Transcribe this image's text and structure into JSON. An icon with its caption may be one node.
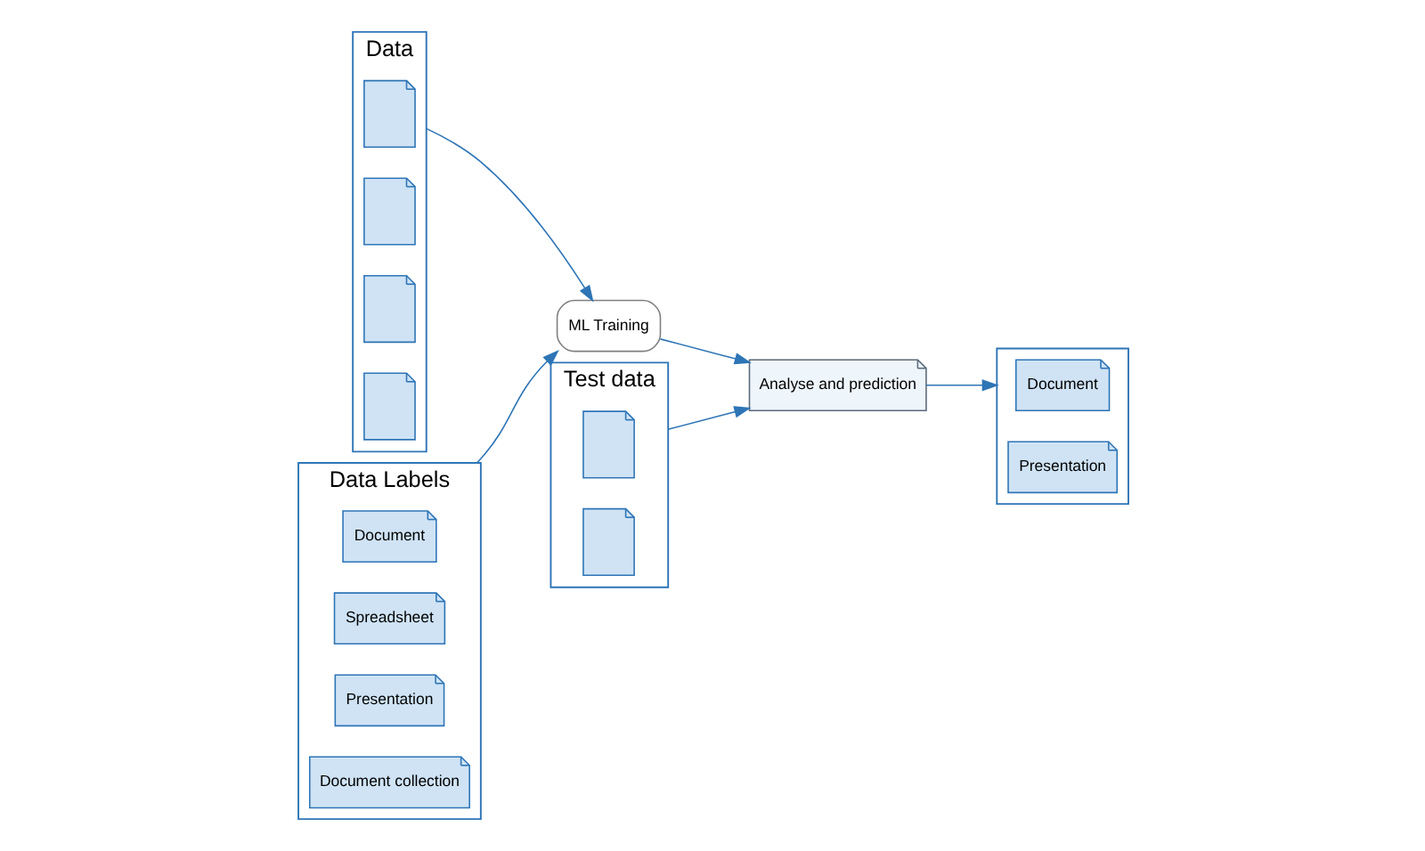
{
  "diagram": {
    "nodes": [
      {
        "text": [
          "Data"
        ]
      },
      {
        "text": [],
        "shape": "picture",
        "in": 0
      },
      {
        "text": [],
        "shape": "picture",
        "in": 0
      },
      {
        "text": [],
        "shape": "picture",
        "in": 0
      },
      {
        "text": [],
        "shape": "picture",
        "in": 0
      },
      {
        "text": [
          "Data Labels"
        ]
      },
      {
        "text": [
          "Document"
        ],
        "in": 5
      },
      {
        "text": [
          "Spreadsheet"
        ],
        "in": 5
      },
      {
        "text": [
          "Presentation"
        ],
        "in": 5
      },
      {
        "text": [
          "Document collection"
        ],
        "in": 5
      },
      {
        "text": [
          "ML Training"
        ]
      },
      {
        "text": [
          "Analyse and prediction"
        ]
      },
      {
        "text": [
          "Test data"
        ]
      },
      {
        "text": [],
        "shape": "picture",
        "in": 12
      },
      {
        "text": [],
        "shape": "picture",
        "in": 12
      },
      {
        "text": [],
        "shape": "box"
      },
      {
        "text": [
          "Document"
        ],
        "in": 15
      },
      {
        "text": [
          "Presentation"
        ],
        "in": 15
      }
    ],
    "edges": [
      {
        "from": 0,
        "to": 10,
        "arrow": "to"
      },
      {
        "from": 5,
        "to": 10,
        "arrow": "to"
      },
      {
        "from": 10,
        "to": 11,
        "arrow": "to"
      },
      {
        "from": 12,
        "to": 11,
        "arrow": "to"
      },
      {
        "from": 11,
        "to": 15,
        "arrow": "to"
      }
    ]
  }
}
